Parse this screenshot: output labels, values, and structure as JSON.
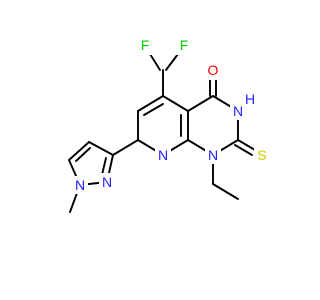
{
  "molecule": {
    "colors": {
      "carbon": "#000000",
      "nitrogen": "#2222ff",
      "oxygen": "#ff0000",
      "fluorine": "#00cc00",
      "sulfur": "#cccc00"
    },
    "atoms": {
      "f_left": "F",
      "f_right": "F",
      "o_carbonyl": "O",
      "n3_h": "H",
      "n3": "N",
      "n1": "N",
      "n8": "N",
      "s_thione": "S",
      "n_pyrazole_2": "N",
      "n_pyrazole_1": "N"
    }
  }
}
